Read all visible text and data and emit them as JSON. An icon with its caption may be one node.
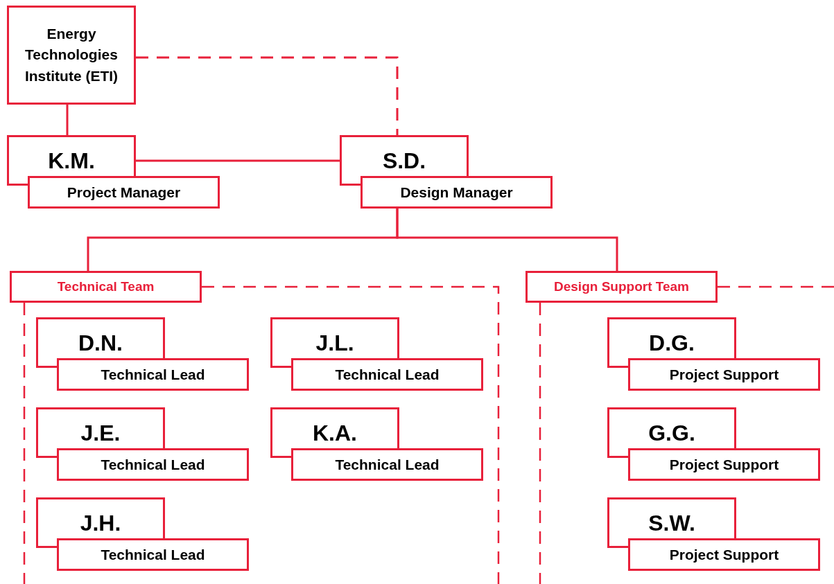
{
  "diagram": {
    "nodes": [
      {
        "text": [
          "Energy Technologies Institute (ETI)"
        ]
      },
      {
        "text": [
          "K.M.",
          "Project Manager"
        ]
      },
      {
        "text": [
          "S.D.",
          "Design Manager"
        ]
      },
      {
        "text": [
          "Technical Team"
        ]
      },
      {
        "text": [
          "D.N.",
          "Technical Lead"
        ],
        "in": 3
      },
      {
        "text": [
          "J.L.",
          "Technical Lead"
        ],
        "in": 3
      },
      {
        "text": [
          "J.E.",
          "Technical Lead"
        ],
        "in": 3
      },
      {
        "text": [
          "K.A.",
          "Technical Lead"
        ],
        "in": 3
      },
      {
        "text": [
          "J.H.",
          "Technical Lead"
        ],
        "in": 3
      },
      {
        "text": [
          "Design Support Team"
        ]
      },
      {
        "text": [
          "D.G.",
          "Project Support"
        ],
        "in": 9
      },
      {
        "text": [
          "G.G.",
          "Project Support"
        ],
        "in": 9
      },
      {
        "text": [
          "S.W.",
          "Project Support"
        ],
        "in": 9
      }
    ],
    "edges": [
      {
        "from": 0,
        "to": 1,
        "arrow": "none"
      },
      {
        "from": 0,
        "to": 2,
        "arrow": "none",
        "style": "dashed"
      },
      {
        "from": 1,
        "to": 2,
        "arrow": "none"
      },
      {
        "from": 2,
        "to": 3,
        "arrow": "none"
      },
      {
        "from": 2,
        "to": 9,
        "arrow": "none"
      }
    ]
  }
}
